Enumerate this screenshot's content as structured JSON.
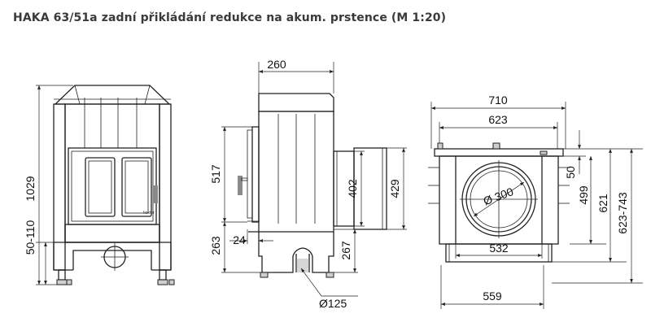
{
  "title": "HAKA 63/51a zadní přikládání redukce na akum. prstence (M 1:20)",
  "front_view": {
    "dim_height": "1029",
    "dim_foot": "50-110",
    "logo_text": "hoxter"
  },
  "side_view": {
    "dim_depth": "260",
    "dim_upper": "517",
    "dim_lower": "263",
    "dim_offset": "24",
    "dim_collar": "402",
    "dim_ring": "429",
    "dim_bottom": "267",
    "dim_pipe": "Ø125"
  },
  "top_view": {
    "dim_outer_width": "710",
    "dim_inner_width": "623",
    "dim_ring_dia": "Ø 300",
    "dim_base_width": "532",
    "dim_plinth_width": "559",
    "dim_top_gap": "50",
    "dim_h1": "499",
    "dim_h2": "621",
    "dim_h3": "623-743"
  }
}
